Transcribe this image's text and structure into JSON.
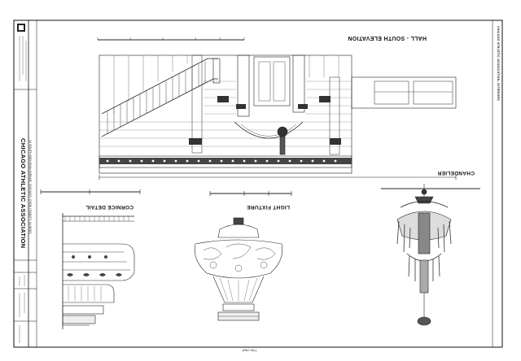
{
  "sheet": {
    "title": "CHICAGO ATHLETIC ASSOCIATION",
    "address": "12 SOUTH MICHIGAN AVENUE, CHICAGO, COOK COUNTY, ILLINOIS",
    "footer_label": "(Ref. No.)",
    "project_header": "CHICAGO ATHLETIC ASSOCIATION, INTERIORS"
  },
  "drawings": {
    "elevation_title": "HALL - SOUTH ELEVATION",
    "chandelier_title": "CHANDELIER",
    "light_fixture_title": "LIGHT FIXTURE",
    "cornice_title": "CORNICE DETAIL"
  }
}
